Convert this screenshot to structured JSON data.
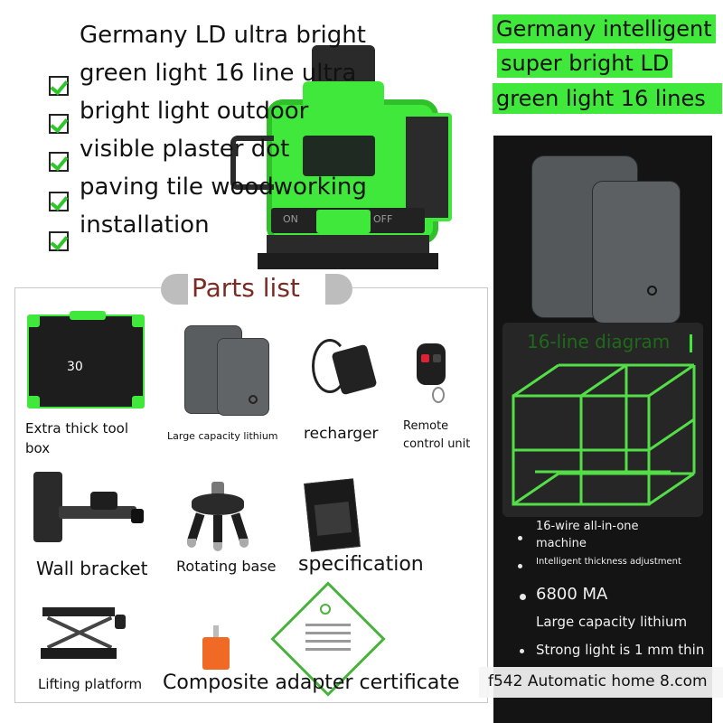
{
  "features": {
    "lines": [
      "Germany LD ultra bright",
      "green light 16 line ultra",
      "bright light outdoor",
      "visible plaster dot",
      "paving tile woodworking",
      " installation"
    ]
  },
  "device": {
    "on_label": "ON",
    "off_label": "OFF"
  },
  "parts": {
    "title": "Parts list",
    "toolbox_number": "30",
    "items": {
      "toolbox": "Extra thick tool",
      "toolbox_2": "box",
      "lithium": "Large capacity lithium",
      "charger": "recharger",
      "remote": "Remote",
      "remote_2": "control unit",
      "wall_bracket": "Wall bracket",
      "rotating_base": "Rotating base",
      "specification": "specification",
      "lifting_platform": "Lifting platform",
      "adapter_certificate": "Composite adapter certificate"
    }
  },
  "banner": {
    "lines": [
      "Germany intelligent",
      "super bright LD",
      "green light 16 lines"
    ]
  },
  "right_panel": {
    "diagram_title": "16-line diagram",
    "specs": {
      "s1a": "16-wire all-in-one",
      "s1b": "machine",
      "s2": "Intelligent thickness adjustment",
      "s3": "6800 MA",
      "s4": "Large capacity lithium",
      "s5": "Strong light is 1 mm thin"
    }
  },
  "watermark": "f542 Automatic home 8.com",
  "colors": {
    "accent_green": "#3fe83a",
    "panel_dark": "#141414",
    "parts_title": "#7a2c24"
  }
}
